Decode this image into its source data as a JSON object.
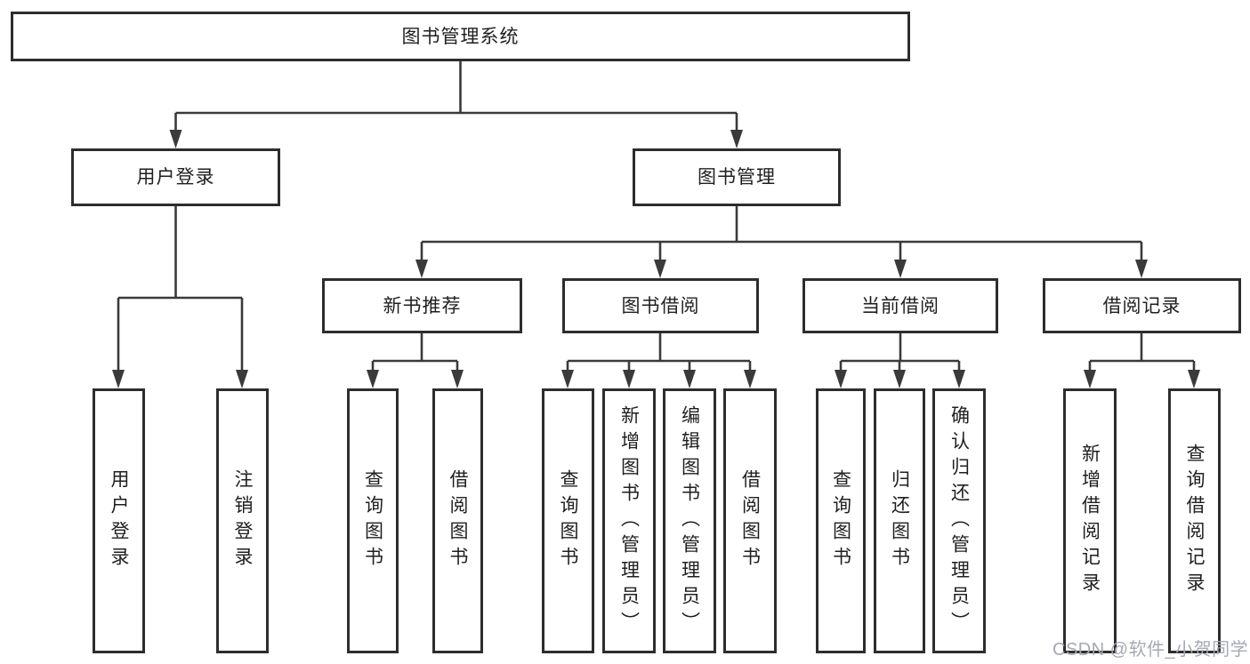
{
  "colors": {
    "line": "#3a3a3a",
    "box_border": "#2d2d2d",
    "text": "#1f1f1f",
    "background": "#ffffff",
    "watermark": "#a6a8b4"
  },
  "watermark": "CSDN @软件_小贺同学",
  "nodes": {
    "root": "图书管理系统",
    "user_login": "用户登录",
    "book_mgmt": "图书管理",
    "new_book_rec": "新书推荐",
    "book_borrow": "图书借阅",
    "current_borrow": "当前借阅",
    "borrow_record": "借阅记录",
    "user_login_leaf": "用户登录",
    "logout_leaf": "注销登录",
    "query_book_rec": "查询图书",
    "borrow_book_rec": "借阅图书",
    "query_book_borrow": "查询图书",
    "add_book_admin": "新增图书（管理员）",
    "edit_book_admin": "编辑图书（管理员）",
    "borrow_book_borrow": "借阅图书",
    "query_book_current": "查询图书",
    "return_book": "归还图书",
    "confirm_return_admin": "确认归还（管理员）",
    "add_borrow_record": "新增借阅记录",
    "query_borrow_record": "查询借阅记录"
  }
}
